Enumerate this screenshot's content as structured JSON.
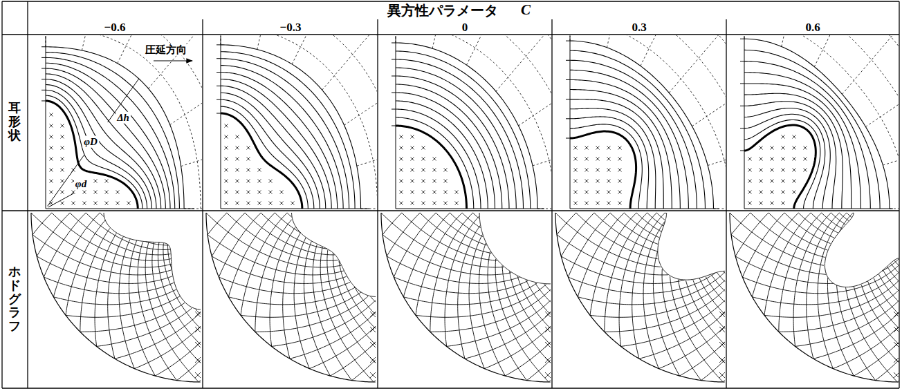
{
  "diagram": {
    "labels": [
      "異方性パラメータ",
      "C",
      "−0.6",
      "−0.3",
      "0",
      "0.3",
      "0.6",
      "耳形状",
      "ホドグラフ",
      "圧延方向",
      "φD",
      "φd",
      "Δh"
    ]
  }
}
